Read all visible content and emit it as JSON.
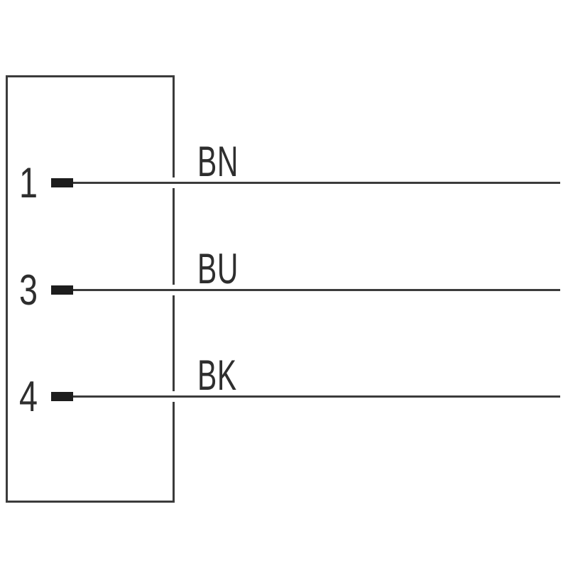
{
  "diagram": {
    "type": "connector-wiring-pinout",
    "pins": [
      {
        "number": "1",
        "wire_color_code": "BN"
      },
      {
        "number": "3",
        "wire_color_code": "BU"
      },
      {
        "number": "4",
        "wire_color_code": "BK"
      }
    ],
    "colors": {
      "line": "#3b3b3b",
      "text": "#2e2e2e",
      "contact": "#1d1d1d",
      "background": "#ffffff"
    }
  }
}
